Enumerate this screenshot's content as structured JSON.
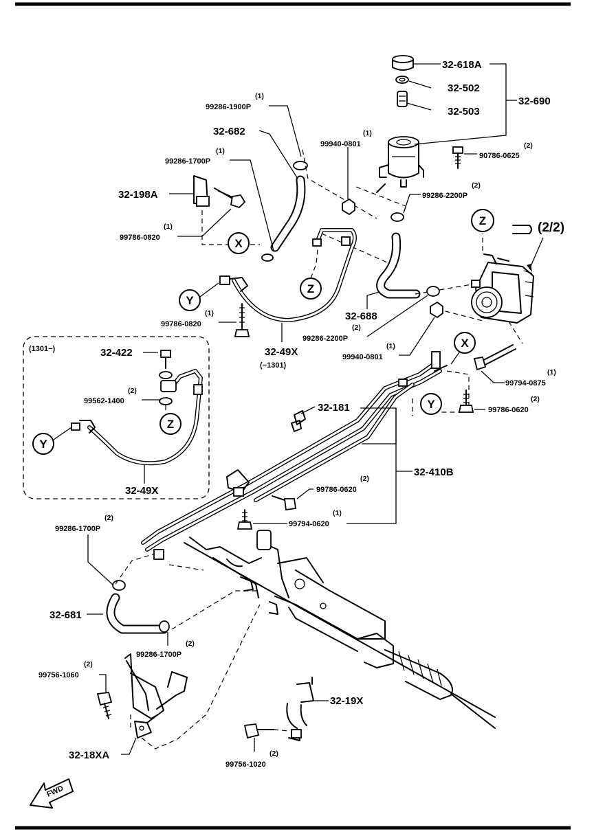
{
  "labels": {
    "p32_618A": "32-618A",
    "p32_502": "32-502",
    "p32_503": "32-503",
    "p32_690": "32-690",
    "p99286_1900P": "99286-1900P",
    "q99286_1900P": "(1)",
    "p32_682": "32-682",
    "p99940_0801a": "99940-0801",
    "q99940_0801a": "(1)",
    "p90786_0625": "90786-0625",
    "q90786_0625": "(2)",
    "p99286_1700Pa": "99286-1700P",
    "q99286_1700Pa": "(1)",
    "p99286_2200Pa": "99286-2200P",
    "q99286_2200Pa": "(2)",
    "p32_198A": "32-198A",
    "p99786_0820a": "99786-0820",
    "q99786_0820a": "(1)",
    "page_ref": "(2/2)",
    "p32_688": "32-688",
    "p99786_0820b": "99786-0820",
    "q99786_0820b": "(1)",
    "p32_49Xa": "32-49X",
    "range_a": "(−1301)",
    "p99286_2200Pb": "99286-2200P",
    "q99286_2200Pb": "(2)",
    "p99940_0801b": "99940-0801",
    "q99940_0801b": "(1)",
    "inset_range": "(1301−)",
    "p32_422": "32-422",
    "p99562_1400": "99562-1400",
    "q99562_1400": "(2)",
    "p32_49Xb": "32-49X",
    "p99794_0875": "99794-0875",
    "q99794_0875": "(1)",
    "p99786_0620a": "99786-0620",
    "q99786_0620a": "(2)",
    "p32_181": "32-181",
    "p32_410B": "32-410B",
    "p99786_0620b": "99786-0620",
    "q99786_0620b": "(2)",
    "p99794_0620": "99794-0620",
    "q99794_0620": "(1)",
    "p99286_1700Pb": "99286-1700P",
    "q99286_1700Pb": "(2)",
    "p32_681": "32-681",
    "p99286_1700Pc": "99286-1700P",
    "q99286_1700Pc": "(2)",
    "p99756_1060": "99756-1060",
    "q99756_1060": "(2)",
    "p32_19X": "32-19X",
    "p99756_1020": "99756-1020",
    "q99756_1020": "(2)",
    "p32_18XA": "32-18XA",
    "fwd": "FWD"
  },
  "markers": {
    "x": "X",
    "y": "Y",
    "z": "Z"
  }
}
